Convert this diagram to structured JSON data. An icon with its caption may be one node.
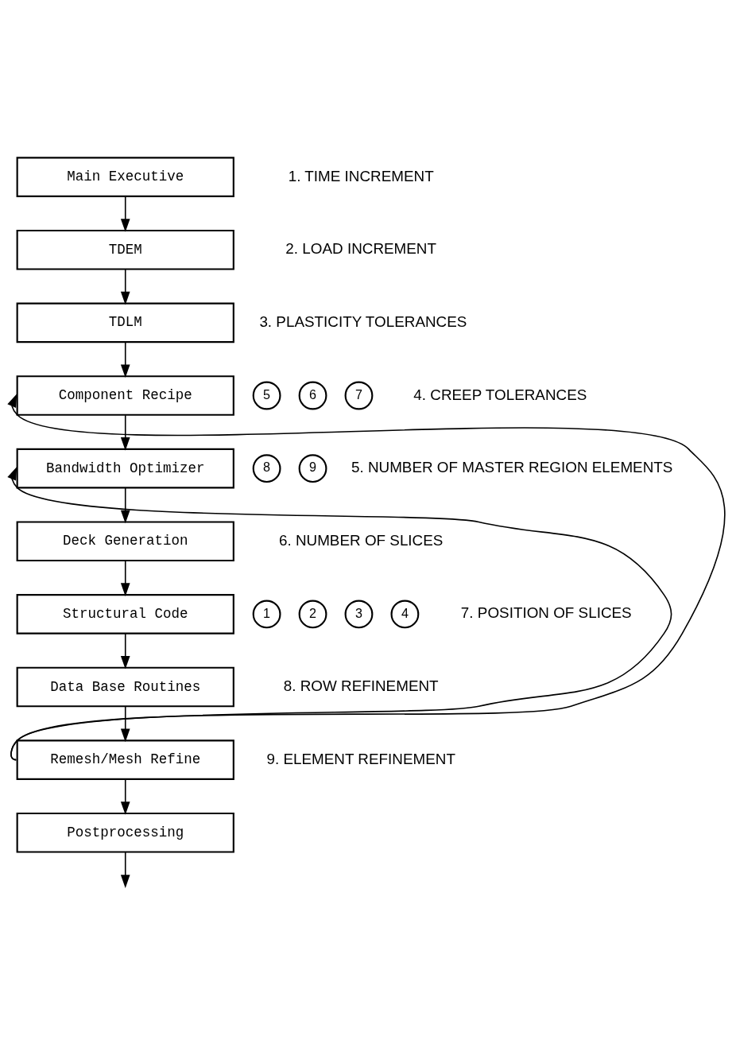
{
  "diagram": {
    "nodes": [
      {
        "text": [
          "Main Executive"
        ]
      },
      {
        "text": [
          "TDEM"
        ]
      },
      {
        "text": [
          "TDLM"
        ]
      },
      {
        "text": [
          "Component Recipe"
        ]
      },
      {
        "text": [
          "Bandwidth Optimizer"
        ]
      },
      {
        "text": [
          "Deck Generation"
        ]
      },
      {
        "text": [
          "Structural Code"
        ]
      },
      {
        "text": [
          "Data Base Routines"
        ]
      },
      {
        "text": [
          "Remesh/Mesh Refine"
        ]
      },
      {
        "text": [
          "Postprocessing"
        ]
      },
      {
        "text": [
          "5"
        ]
      },
      {
        "text": [
          "6"
        ]
      },
      {
        "text": [
          "7"
        ]
      },
      {
        "text": [
          "8"
        ]
      },
      {
        "text": [
          "9"
        ]
      },
      {
        "text": [
          "1"
        ]
      },
      {
        "text": [
          "2"
        ]
      },
      {
        "text": [
          "3"
        ]
      },
      {
        "text": [
          "4"
        ]
      }
    ],
    "edges": [
      {
        "from": 0,
        "to": 1,
        "arrow": "to"
      },
      {
        "from": 1,
        "to": 2,
        "arrow": "to"
      },
      {
        "from": 2,
        "to": 3,
        "arrow": "to"
      },
      {
        "from": 3,
        "to": 4,
        "arrow": "to"
      },
      {
        "from": 4,
        "to": 5,
        "arrow": "to"
      },
      {
        "from": 5,
        "to": 6,
        "arrow": "to"
      },
      {
        "from": 6,
        "to": 7,
        "arrow": "to"
      },
      {
        "from": 7,
        "to": 8,
        "arrow": "to"
      },
      {
        "from": 8,
        "to": 9,
        "arrow": "to"
      },
      {
        "from": 9,
        "to": null,
        "arrow": "to"
      },
      {
        "from": 8,
        "to": 3,
        "arrow": "to"
      },
      {
        "from": 8,
        "to": 4,
        "arrow": "to"
      }
    ],
    "labels": [
      "1. TIME INCREMENT",
      "2. LOAD INCREMENT",
      "3. PLASTICITY TOLERANCES",
      "4. CREEP TOLERANCES",
      "5. NUMBER OF MASTER REGION ELEMENTS",
      "6. NUMBER OF SLICES",
      "7. POSITION OF SLICES",
      "8. ROW REFINEMENT",
      "9. ELEMENT REFINEMENT"
    ]
  }
}
